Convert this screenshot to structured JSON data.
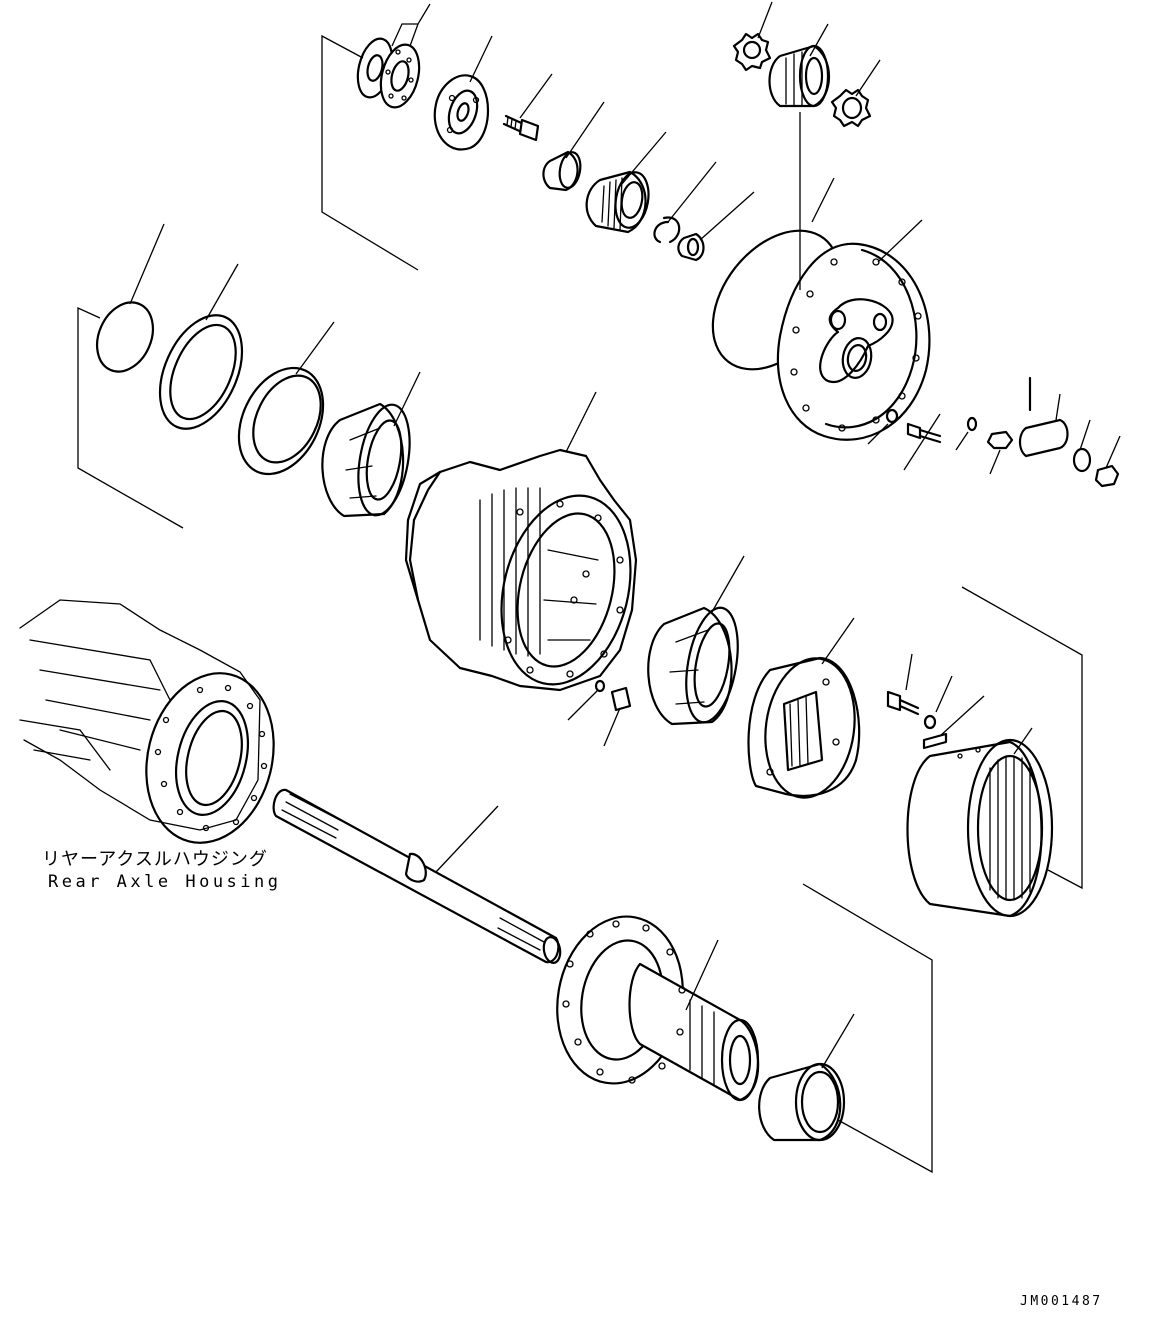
{
  "housing_label": {
    "japanese": "リヤーアクスルハウジング",
    "english": "Rear Axle Housing"
  },
  "drawing_code": "JM001487"
}
